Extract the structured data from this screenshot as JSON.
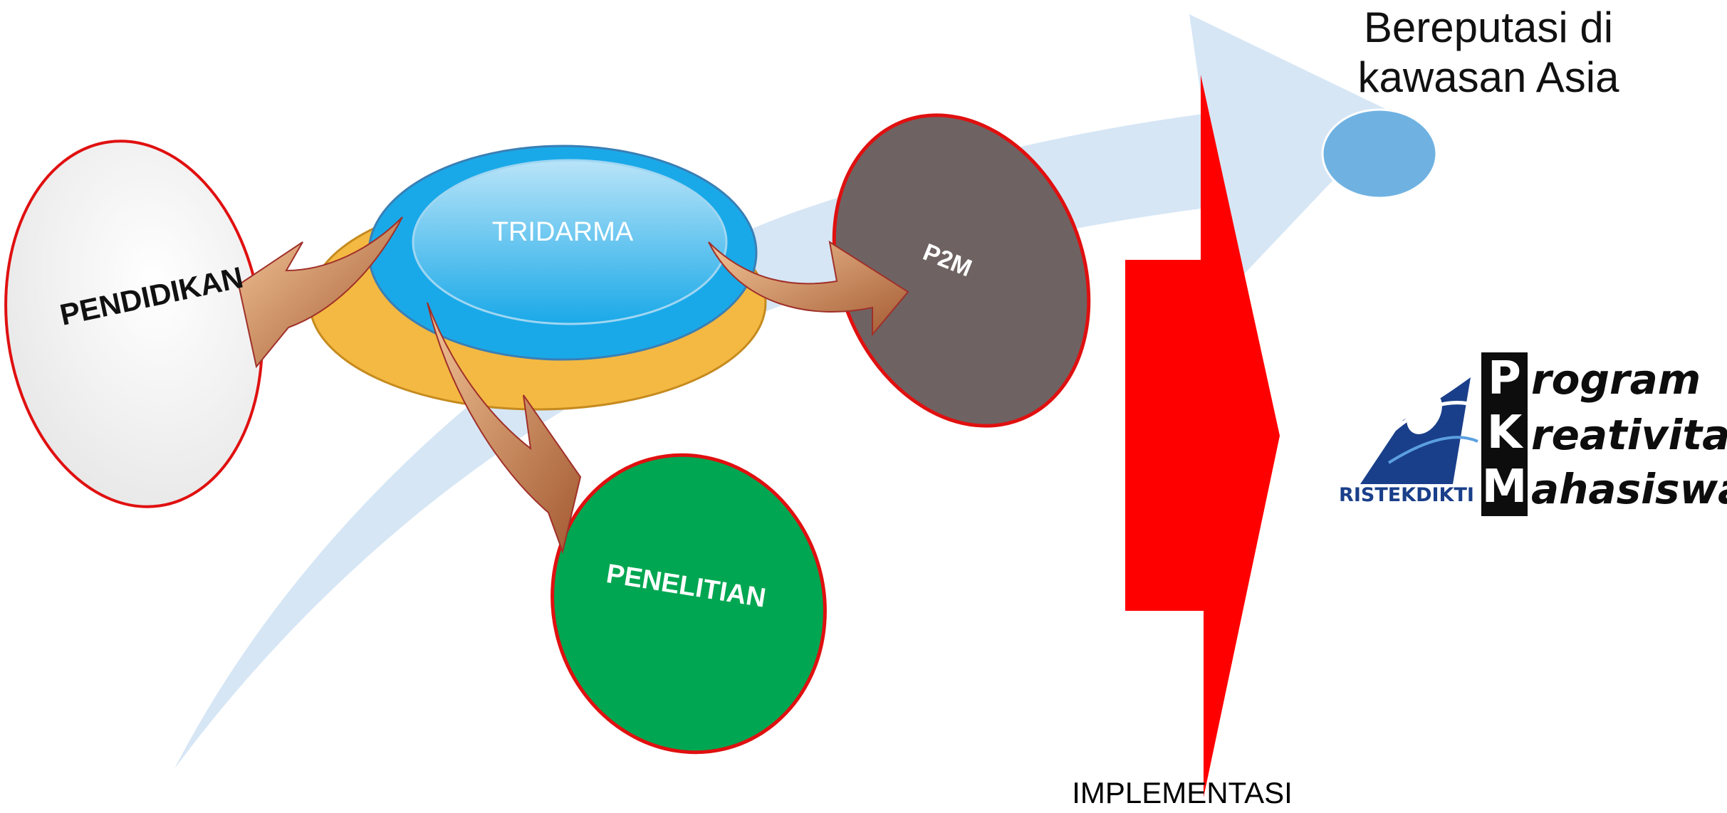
{
  "colors": {
    "swoosh": "#d6e6f5",
    "implementation_arrow": "#ff0000",
    "goal_ellipse": "#6fb2e2",
    "tridarma_fill": "#1aa9e8",
    "tridarma_base": "#f4b942",
    "pendidikan_fill": "#f4f4f4",
    "p2m_fill": "#6e6362",
    "penelitian_fill": "#00a651",
    "node_border": "#e01010",
    "connector_arrow": "#c6784a"
  },
  "diagram": {
    "center": {
      "label": "TRIDARMA"
    },
    "nodes": [
      {
        "id": "pendidikan",
        "label": "PENDIDIKAN"
      },
      {
        "id": "p2m",
        "label": "P2M"
      },
      {
        "id": "penelitian",
        "label": "PENELITIAN"
      }
    ],
    "goal": {
      "line1": "Bereputasi di",
      "line2": "kawasan Asia"
    },
    "implementation": {
      "label": "IMPLEMENTASI"
    }
  },
  "logo": {
    "letters": [
      "P",
      "K",
      "M"
    ],
    "words": [
      "rogram",
      "reativitas",
      "ahasiswa"
    ],
    "org": "RISTEKDIKTI"
  }
}
